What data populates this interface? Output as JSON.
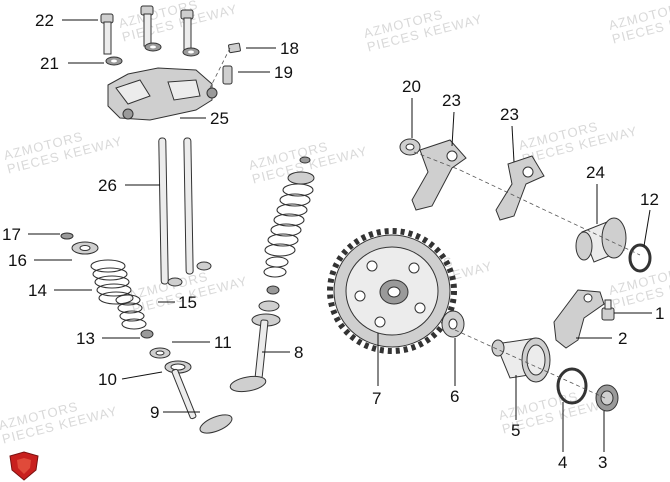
{
  "callouts": [
    "1",
    "2",
    "3",
    "4",
    "5",
    "6",
    "7",
    "8",
    "9",
    "10",
    "11",
    "12",
    "13",
    "14",
    "15",
    "16",
    "17",
    "18",
    "19",
    "20",
    "21",
    "22",
    "23",
    "23",
    "24",
    "25",
    "26"
  ],
  "watermark": {
    "line1": "AZMOTORS",
    "line2": "PIECES KEEWAY"
  },
  "logo": {
    "name": "azmotors-shield-logo",
    "color": "#c8201e"
  }
}
